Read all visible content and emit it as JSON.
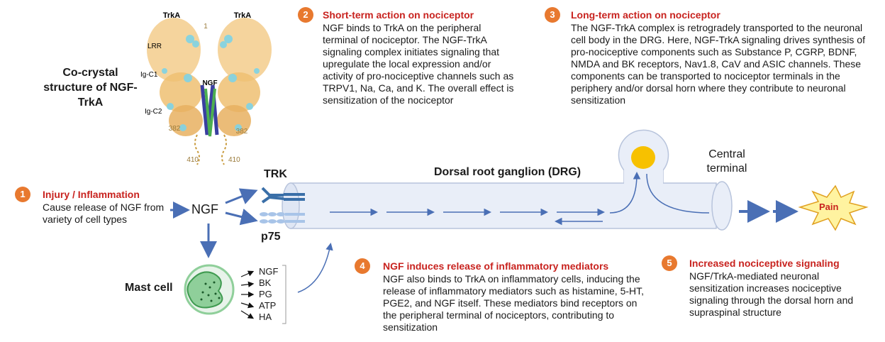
{
  "crystal": {
    "title": "Co-crystal structure of NGF-TrkA",
    "labels": {
      "trka_left": "TrkA",
      "trka_right": "TrkA",
      "lrr": "LRR",
      "ig_c1": "Ig-C1",
      "ig_c2": "Ig-C2",
      "ngf": "NGF",
      "one": "1",
      "res382_left": "382",
      "res382_right": "382",
      "res410_left": "410",
      "res410_right": "410"
    }
  },
  "steps": [
    {
      "num": "1",
      "title": "Injury / Inflammation",
      "body": "Cause release of NGF from variety of cell types"
    },
    {
      "num": "2",
      "title": "Short-term action on nociceptor",
      "body": "NGF binds to TrkA on the peripheral terminal of nociceptor. The NGF-TrkA signaling complex initiates signaling that upregulate the local expression and/or activity of pro-nociceptive channels such as TRPV1, Na, Ca, and K. The overall effect is sensitization of the nociceptor"
    },
    {
      "num": "3",
      "title": "Long-term action on nociceptor",
      "body": "The NGF-TrkA complex is retrogradely transported to the neuronal cell body in the DRG. Here, NGF-TrkA signaling drives synthesis of pro-nociceptive components such as Substance P, CGRP, BDNF, NMDA and BK receptors, Nav1.8, CaV and ASIC channels. These components can be transported to nociceptor terminals in the periphery and/or dorsal horn where they contribute to neuronal sensitization"
    },
    {
      "num": "4",
      "title": "NGF induces release of inflammatory mediators",
      "body": "NGF also binds to TrkA on inflammatory cells, inducing the release of inflammatory mediators such as histamine, 5-HT, PGE2, and NGF itself. These mediators bind receptors on the peripheral terminal of nociceptors, contributing to sensitization"
    },
    {
      "num": "5",
      "title": "Increased nociceptive signaling",
      "body": "NGF/TrkA-mediated neuronal sensitization increases nociceptive signaling through the dorsal horn and supraspinal structure"
    }
  ],
  "diagram": {
    "ngf_label": "NGF",
    "trk_label": "TRK",
    "p75_label": "p75",
    "drg_label": "Dorsal root ganglion (DRG)",
    "central_terminal": "Central terminal",
    "pain_label": "Pain",
    "mast_cell_label": "Mast cell",
    "mediators": [
      "NGF",
      "BK",
      "PG",
      "ATP",
      "HA"
    ]
  },
  "colors": {
    "badge": "#e8792f",
    "title_red": "#c8231f",
    "arrow_blue": "#4a6fb5",
    "axon_fill": "#e9eef8",
    "axon_stroke": "#b8c4dc",
    "nucleus": "#f7c100",
    "pain_fill": "#fff3a0",
    "mast_green": "#8fcf9a"
  }
}
